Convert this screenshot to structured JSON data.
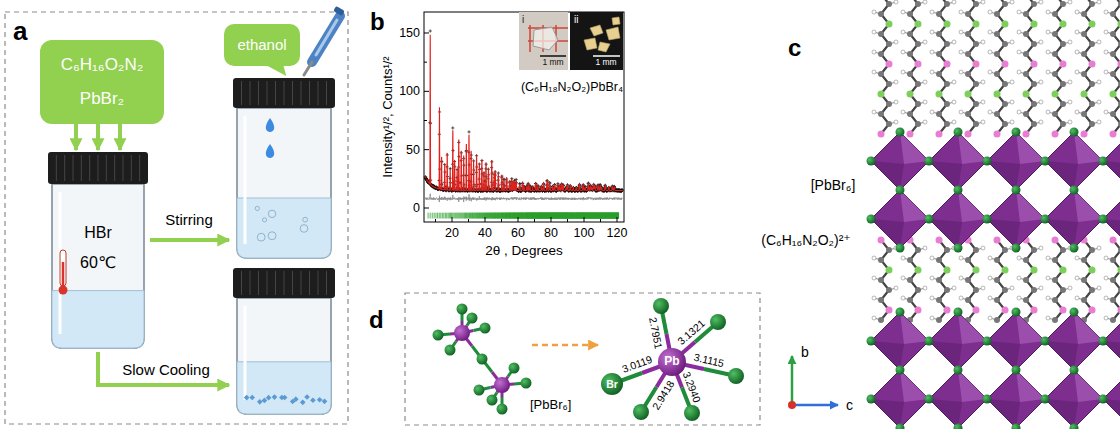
{
  "diagram": {
    "nodes": [
      {
        "text": [
          "C₆H₁₆O₂N₂",
          "PbBr₂"
        ]
      },
      {
        "text": [
          "HBr",
          "60℃"
        ]
      },
      {
        "text": [
          "ethanol"
        ]
      }
    ],
    "edges": [
      {
        "from": 0,
        "to": 1,
        "arrow": "to"
      },
      {
        "from": 0,
        "to": 1,
        "arrow": "to"
      },
      {
        "from": 0,
        "to": 1,
        "arrow": "to"
      }
    ],
    "labels": [
      "a",
      "Stirring",
      "Slow Cooling",
      "b",
      "i",
      "1 mm",
      "ii",
      "1 mm",
      "(C₆H₁₈N₂O₂)PbBr₄",
      "Intensity¹/², Counts¹/²",
      "2θ , Degrees",
      "0",
      "50",
      "100",
      "150",
      "20",
      "40",
      "60",
      "80",
      "100",
      "120",
      "c",
      "[PbBr₆]",
      "(C₆H₁₆N₂O₂)²⁺",
      "b",
      "c",
      "d",
      "[PbBr₆]",
      "Pb",
      "Br",
      "2.7951",
      "3.1321",
      "3.0119",
      "3.1115",
      "2.9418",
      "3.2940"
    ]
  }
}
